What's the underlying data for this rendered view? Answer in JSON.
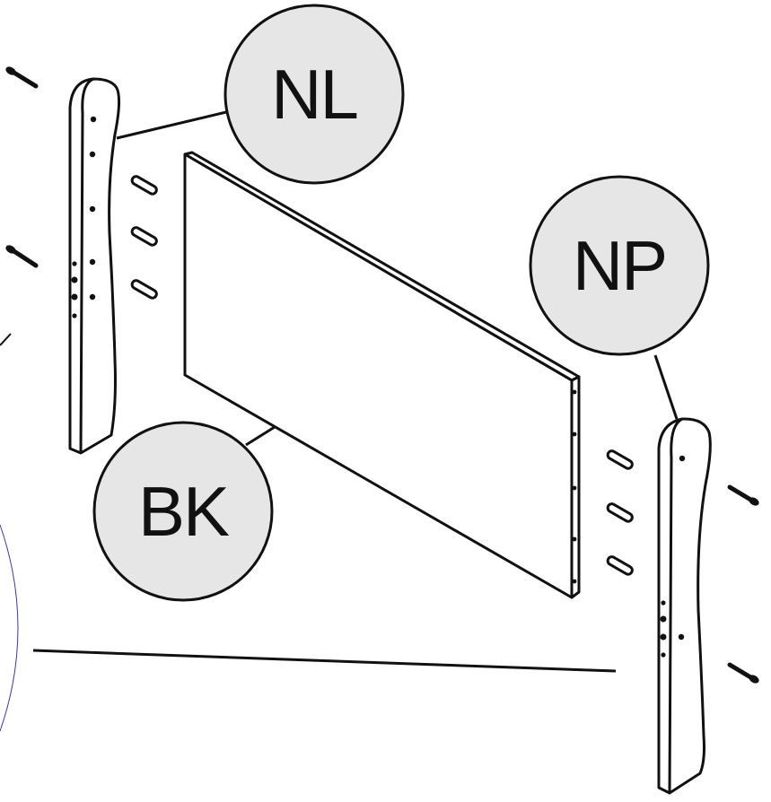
{
  "diagram": {
    "labels": {
      "left_post": "NL",
      "right_post": "NP",
      "panel": "BK"
    }
  }
}
